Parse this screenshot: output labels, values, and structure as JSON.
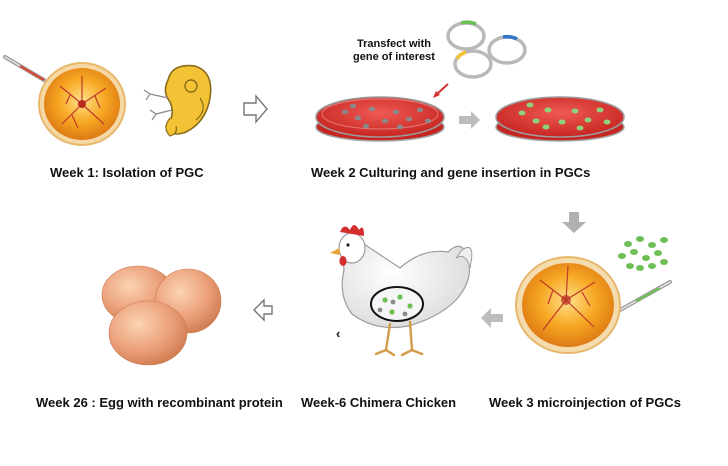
{
  "steps": [
    {
      "label": "Week 1: Isolation of PGC"
    },
    {
      "label": "Week 2 Culturing and gene insertion in PGCs"
    },
    {
      "label": "Week 3 microinjection of   PGCs"
    },
    {
      "label": "Week-6 Chimera Chicken"
    },
    {
      "label": "Week 26 : Egg with recombinant protein"
    }
  ],
  "transfect_note": {
    "line1": "Transfect with",
    "line2": "gene of interest"
  },
  "colors": {
    "dish_red": "#d7312f",
    "embryo_orange": "#f4a21c",
    "cell_green": "#77c35c",
    "cell_gray": "#8a8a8a",
    "egg_brown": "#e49a6a",
    "arrow_gray": "#b8b8b8"
  },
  "icons": [
    "pipette-icon",
    "plasmid-icon",
    "petri-dish-icon",
    "embryo-icon",
    "chicken-icon",
    "egg-icon",
    "arrow-icon"
  ]
}
